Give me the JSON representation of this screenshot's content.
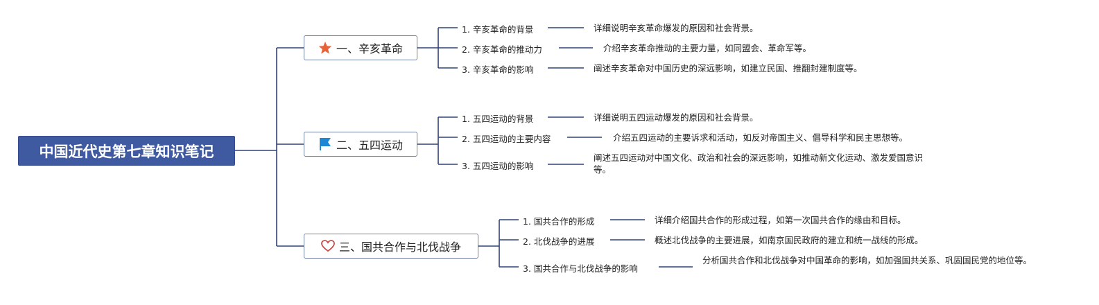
{
  "root": {
    "title": "中国近代史第七章知识笔记"
  },
  "branches": [
    {
      "title": "一、辛亥革命",
      "icon": "star-icon",
      "items": [
        {
          "label": "1. 辛亥革命的背景",
          "desc": "详细说明辛亥革命爆发的原因和社会背景。"
        },
        {
          "label": "2. 辛亥革命的推动力",
          "desc": "介绍辛亥革命推动的主要力量，如同盟会、革命军等。"
        },
        {
          "label": "3. 辛亥革命的影响",
          "desc": "阐述辛亥革命对中国历史的深远影响，如建立民国、推翻封建制度等。"
        }
      ]
    },
    {
      "title": "二、五四运动",
      "icon": "flag-icon",
      "items": [
        {
          "label": "1. 五四运动的背景",
          "desc": "详细说明五四运动爆发的原因和社会背景。"
        },
        {
          "label": "2. 五四运动的主要内容",
          "desc": "介绍五四运动的主要诉求和活动，如反对帝国主义、倡导科学和民主思想等。"
        },
        {
          "label": "3. 五四运动的影响",
          "desc": "阐述五四运动对中国文化、政治和社会的深远影响，如推动新文化运动、激发爱国意识等。"
        }
      ]
    },
    {
      "title": "三、国共合作与北伐战争",
      "icon": "heart-icon",
      "items": [
        {
          "label": "1. 国共合作的形成",
          "desc": "详细介绍国共合作的形成过程，如第一次国共合作的缘由和目标。"
        },
        {
          "label": "2. 北伐战争的进展",
          "desc": "概述北伐战争的主要进展，如南京国民政府的建立和统一战线的形成。"
        },
        {
          "label": "3. 国共合作与北伐战争的影响",
          "desc": "分析国共合作和北伐战争对中国革命的影响，如加强国共关系、巩固国民党的地位等。"
        }
      ]
    }
  ],
  "colors": {
    "root_bg": "#3f5aa1",
    "line": "#2f4275",
    "star": "#e8623a",
    "flag": "#1e88d2",
    "heart": "#c94a4a"
  }
}
